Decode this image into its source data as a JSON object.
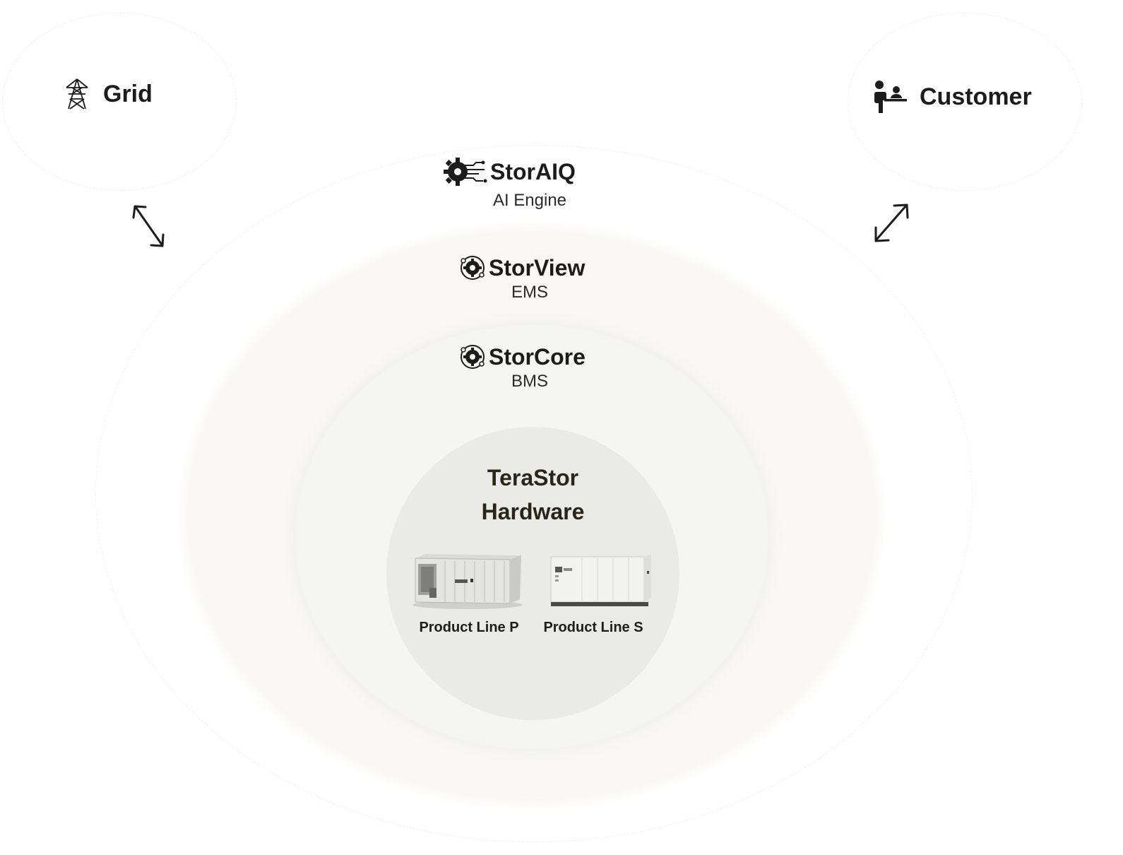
{
  "nodes": {
    "grid": {
      "label": "Grid",
      "icon": "transmission-tower-icon"
    },
    "customer": {
      "label": "Customer",
      "icon": "customer-service-icon"
    }
  },
  "layers": {
    "ai": {
      "name": "StorAIQ",
      "subtitle": "AI Engine",
      "icon": "gear-circuit-icon"
    },
    "ems": {
      "name": "StorView",
      "subtitle": "EMS",
      "icon": "gear-circle-icon"
    },
    "bms": {
      "name": "StorCore",
      "subtitle": "BMS",
      "icon": "gear-circle-icon"
    },
    "hardware": {
      "title_line1": "TeraStor",
      "title_line2": "Hardware",
      "products": [
        {
          "label": "Product Line P",
          "image": "battery-container-p"
        },
        {
          "label": "Product Line S",
          "image": "battery-container-s"
        }
      ]
    }
  },
  "arrows": [
    {
      "name": "grid-exchange-arrow",
      "icon": "double-arrow-icon"
    },
    {
      "name": "customer-exchange-arrow",
      "icon": "double-arrow-icon"
    }
  ],
  "colors": {
    "layer_ai": "#ffffff",
    "layer_ems": "#f9f8f6",
    "layer_bms": "#f5f5f2",
    "layer_hardware": "#eaeae7",
    "text": "#1c1c1c"
  }
}
